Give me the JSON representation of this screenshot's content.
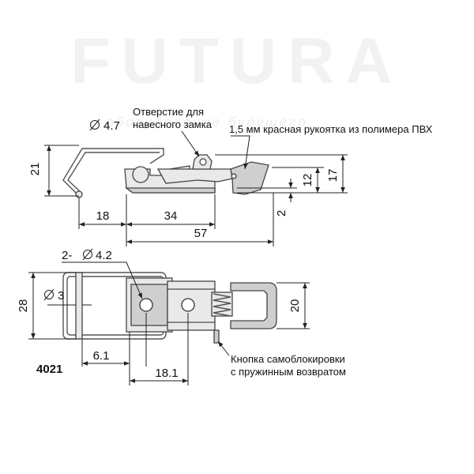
{
  "watermark": {
    "brand": "FUTURA",
    "tagline": "оборудование будущего"
  },
  "model_number": "4021",
  "notes": {
    "padlock_hole_line1": "Отверстие для",
    "padlock_hole_line2": "навесного замка",
    "handle": "1,5 мм красная рукоятка из  полимера ПВХ",
    "button_line1": "Кнопка самоблокировки",
    "button_line2": "с пружинным возвратом"
  },
  "dimensions": {
    "hole_diameter": "4.7",
    "height_21": "21",
    "len_18": "18",
    "len_34": "34",
    "len_57": "57",
    "h_2": "2",
    "h_12": "12",
    "h_17": "17",
    "holes_2x": "2-",
    "holes_diameter": "4.2",
    "wire_diameter": "3",
    "width_28": "28",
    "width_20": "20",
    "len_6_1": "6.1",
    "len_18_1": "18.1"
  },
  "colors": {
    "line": "#222222",
    "part_fill": "#e9e9e9",
    "part_dark": "#cfcfcf"
  }
}
